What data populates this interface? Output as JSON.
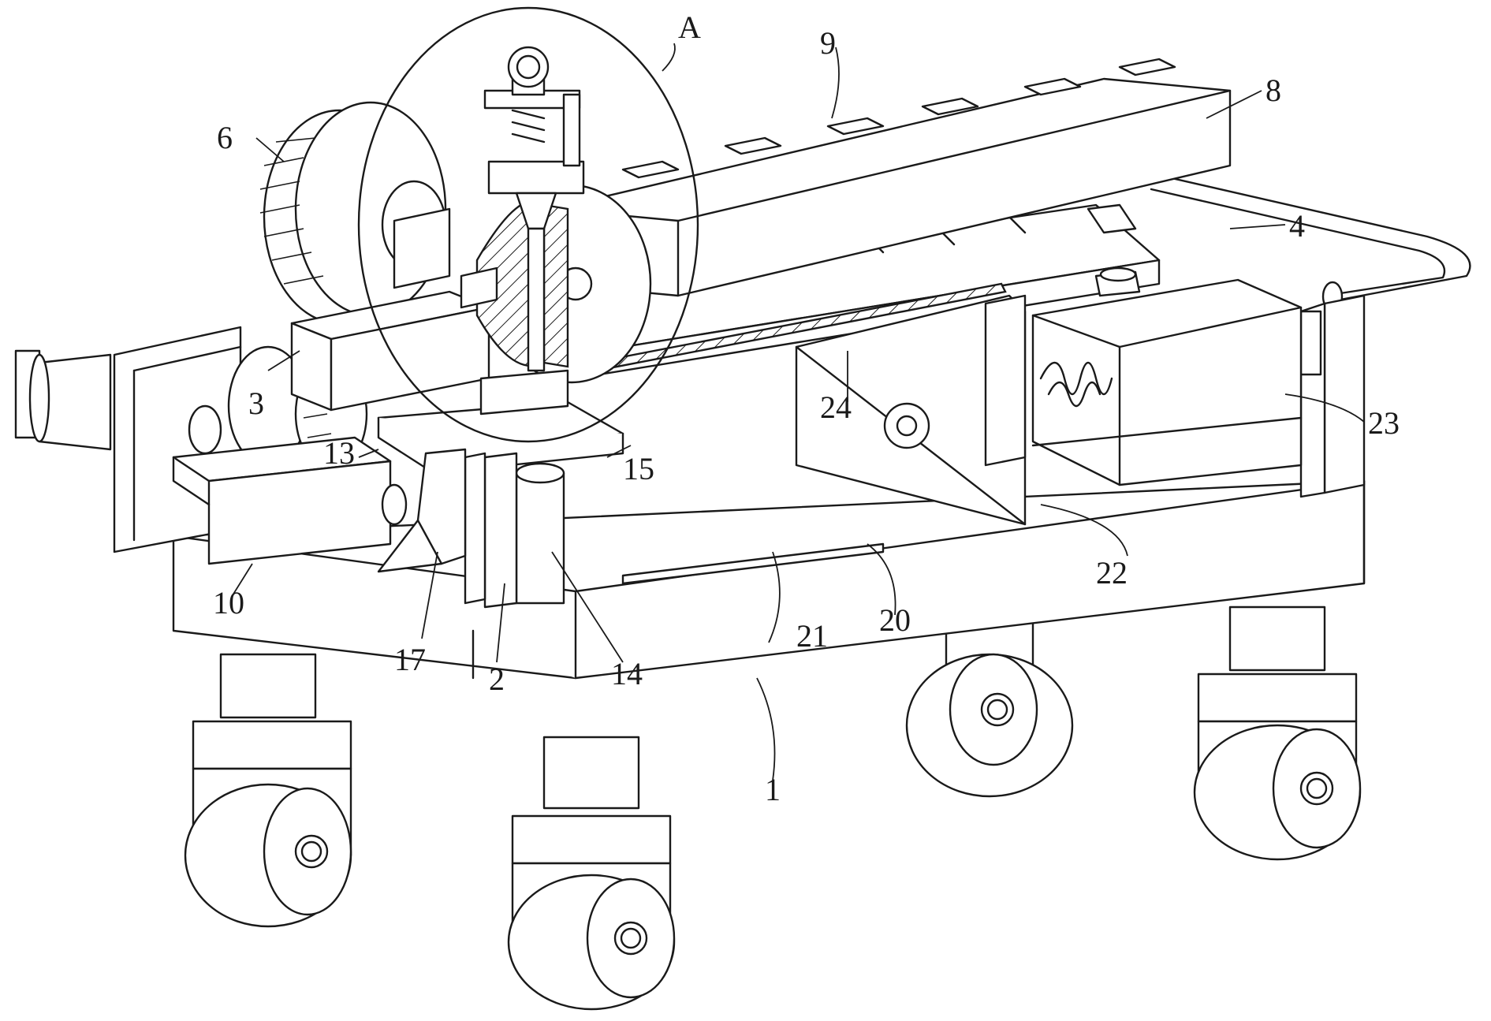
{
  "labels": {
    "A": "A",
    "n1": "1",
    "n2": "2",
    "n3": "3",
    "n4": "4",
    "n6": "6",
    "n8": "8",
    "n9": "9",
    "n10": "10",
    "n13": "13",
    "n14": "14",
    "n15": "15",
    "n17": "17",
    "n20": "20",
    "n21": "21",
    "n22": "22",
    "n23": "23",
    "n24": "24"
  }
}
